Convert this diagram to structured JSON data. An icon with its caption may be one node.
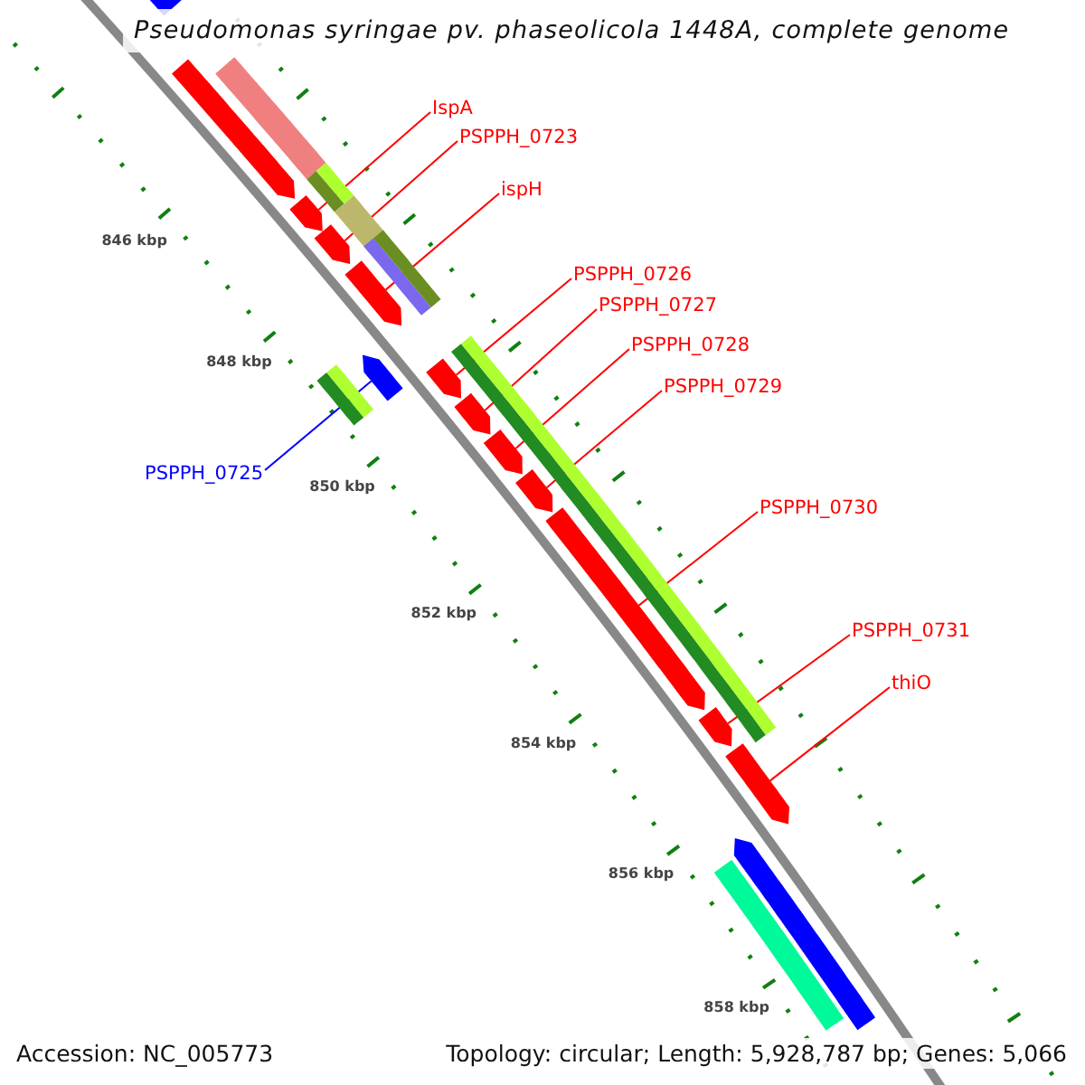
{
  "diagram": {
    "title": "Pseudomonas syringae pv. phaseolicola 1448A, complete genome",
    "nodes": [
      {
        "text": [
          "IspA"
        ]
      },
      {
        "text": [
          "PSPPH_0723"
        ]
      },
      {
        "text": [
          "ispH"
        ]
      },
      {
        "text": [
          "PSPPH_0726"
        ]
      },
      {
        "text": [
          "PSPPH_0727"
        ]
      },
      {
        "text": [
          "PSPPH_0728"
        ]
      },
      {
        "text": [
          "PSPPH_0729"
        ]
      },
      {
        "text": [
          "PSPPH_0725"
        ]
      },
      {
        "text": [
          "PSPPH_0730"
        ]
      },
      {
        "text": [
          "PSPPH_0731"
        ]
      },
      {
        "text": [
          "thiO"
        ]
      },
      {
        "text": [],
        "shape": "arrow"
      },
      {
        "text": [],
        "shape": "bar"
      },
      {
        "text": [],
        "shape": "bar"
      },
      {
        "text": [],
        "shape": "bar"
      },
      {
        "text": [],
        "shape": "arrow"
      },
      {
        "text": [],
        "shape": "bar"
      },
      {
        "text": [],
        "shape": "arrow"
      },
      {
        "text": [],
        "shape": "bar"
      },
      {
        "text": [],
        "shape": "arrow"
      },
      {
        "text": [],
        "shape": "bar"
      },
      {
        "text": [],
        "shape": "arrow"
      },
      {
        "text": [],
        "shape": "arrow"
      },
      {
        "text": [],
        "shape": "bar"
      },
      {
        "text": [],
        "shape": "arrow"
      },
      {
        "text": [],
        "shape": "arrow"
      },
      {
        "text": [],
        "shape": "arrow"
      },
      {
        "text": [],
        "shape": "arrow"
      },
      {
        "text": [],
        "shape": "arrow"
      },
      {
        "text": [],
        "shape": "arrow"
      },
      {
        "text": [],
        "shape": "arrow"
      },
      {
        "text": [],
        "shape": "bar"
      }
    ],
    "edges": [
      {
        "from": 0,
        "to": 15,
        "arrow": "none"
      },
      {
        "from": 1,
        "to": 17,
        "arrow": "none"
      },
      {
        "from": 2,
        "to": 19,
        "arrow": "none"
      },
      {
        "from": 3,
        "to": 22,
        "arrow": "none"
      },
      {
        "from": 4,
        "to": 24,
        "arrow": "none"
      },
      {
        "from": 5,
        "to": 25,
        "arrow": "none"
      },
      {
        "from": 6,
        "to": 26,
        "arrow": "none"
      },
      {
        "from": 7,
        "to": 21,
        "arrow": "none",
        "color": "#0000ff"
      },
      {
        "from": 8,
        "to": 27,
        "arrow": "none"
      },
      {
        "from": 9,
        "to": 28,
        "arrow": "none"
      },
      {
        "from": 10,
        "to": 29,
        "arrow": "none"
      }
    ],
    "labels": [
      "846 kbp",
      "848 kbp",
      "850 kbp",
      "852 kbp",
      "854 kbp",
      "856 kbp",
      "858 kbp",
      "Accession: NC_005773",
      "Topology: circular; Length: 5,928,787 bp; Genes: 5,066"
    ]
  }
}
